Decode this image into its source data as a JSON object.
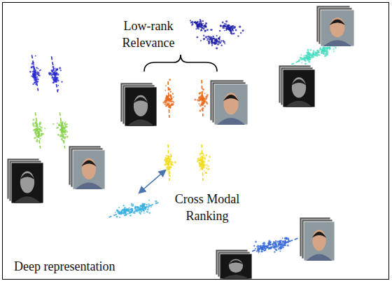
{
  "diagram": {
    "nodes": [
      {
        "text": [
          "Deep representation"
        ]
      }
    ],
    "labels": [
      "Low-rank Relevance",
      "Cross Modal Ranking"
    ]
  }
}
